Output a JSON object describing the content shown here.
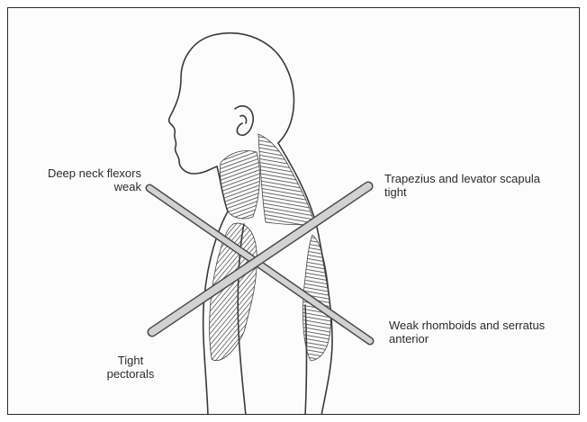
{
  "figure": {
    "labels": {
      "deep_neck_flexors": "Deep neck flexors\nweak",
      "trapezius_levator": "Trapezius and levator scapula\ntight",
      "rhomboids_serratus": "Weak rhomboids and serratus\nanterior",
      "pectorals": "Tight\npectorals"
    },
    "colors": {
      "outline": "#3a3a3a",
      "muscle": "#555555",
      "rod_fill": "#cfcfcf",
      "rod_edge": "#4a4a4a",
      "frame": "#2a2a2a"
    }
  }
}
